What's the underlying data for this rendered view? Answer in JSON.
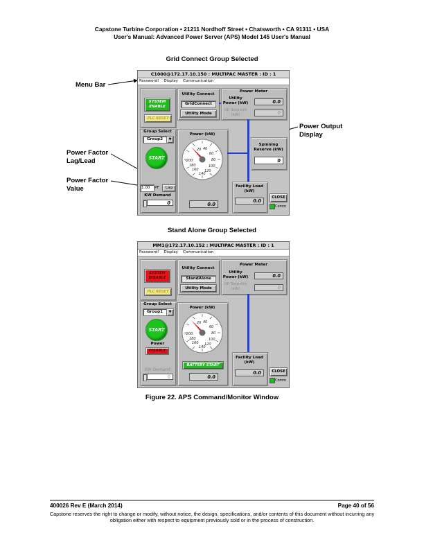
{
  "header": {
    "line1": "Capstone Turbine Corporation • 21211 Nordhoff Street • Chatsworth • CA 91311 • USA",
    "line2": "User's Manual: Advanced Power Server (APS) Model 145 User's Manual"
  },
  "figure_top": {
    "caption": "Grid Connect Group Selected",
    "window_title": "C1000@172.17.10.150 : MULTIPAC MASTER : ID : 1",
    "menu": [
      "Password!",
      "Display",
      "Communication"
    ],
    "system_btn": "SYSTEM ENABLE",
    "plc_reset": "PLC RESET",
    "group_select_label": "Group Select",
    "group_value": "Group2",
    "start_btn": "START",
    "pf_value": "1.00",
    "pf_label": "PF",
    "pf_mode": "Lag",
    "kw_demand_label": "KW Demand",
    "kw_demand_value": "0",
    "utility_connect_label": "Utility Connect",
    "utility_connect_value": "GridConnect",
    "utility_mode_btn": "Utility Mode",
    "power_meter_label": "Power Meter",
    "utility_power_label": "Utility Power (kW)",
    "utility_power_value": "0.0",
    "uii_setpoint_label": "UII Setpoint (kW)",
    "uii_setpoint_value": "0",
    "power_kw_label": "Power (kW)",
    "gauge_ticks": [
      "20",
      "40",
      "60",
      "80",
      "100",
      "120",
      "140",
      "160",
      "180",
      "-200"
    ],
    "power_value": "0.0",
    "spinning_reserve_label": "Spinning Reserve (kW)",
    "spinning_reserve_value": "0",
    "facility_load_label": "Facility Load (kW)",
    "facility_load_value": "0.0",
    "close_btn": "CLOSE",
    "comm_label": "Comm"
  },
  "figure_bottom": {
    "caption": "Stand Alone Group Selected",
    "window_title": "MM1@172.17.10.152 : MULTIPAC MASTER : ID : 1",
    "menu": [
      "Password!",
      "Display",
      "Communication"
    ],
    "system_btn": "SYSTEM DISABLE",
    "plc_reset": "PLC RESET",
    "group_select_label": "Group Select",
    "group_value": "Group1",
    "start_btn": "START",
    "power_label": "Power",
    "power_disable": "DISABLE",
    "kw_demand_label": "KW Demand",
    "kw_demand_value": "0",
    "utility_connect_label": "Utility Connect",
    "utility_connect_value": "StandAlone",
    "utility_mode_btn": "Utility Mode",
    "power_meter_label": "Power Meter",
    "utility_power_label": "Utility Power (kW)",
    "utility_power_value": "0.0",
    "uii_setpoint_label": "UII Setpoint (kW)",
    "uii_setpoint_value": "0",
    "power_kw_label": "Power (kW)",
    "gauge_ticks": [
      "20",
      "40",
      "60",
      "80",
      "100",
      "120",
      "140",
      "160",
      "180",
      "-200"
    ],
    "battery_start_btn": "BATTERY START",
    "power_value": "0.0",
    "facility_load_label": "Facility Load (kW)",
    "facility_load_value": "0.0",
    "close_btn": "CLOSE",
    "comm_label": "Comm"
  },
  "callouts": {
    "menu_bar": "Menu Bar",
    "pf_lag_lead": "Power Factor Lag/Lead",
    "pf_value": "Power Factor Value",
    "power_output": "Power Output Display"
  },
  "figure_caption": "Figure 22. APS Command/Monitor Window",
  "footer": {
    "doc_id": "400026 Rev E (March 2014)",
    "page": "Page 40 of 56",
    "disclaimer": "Capstone reserves the right to change or modify, without notice, the design, specifications, and/or contents of this document without incurring any obligation either with respect to equipment previously sold or in the process of construction."
  },
  "colors": {
    "enable_green": "#22b81e",
    "disable_red": "#e4141c",
    "plc_yellow": "#efe88a",
    "link_blue": "#1f3fdc",
    "needle_red": "#d41a1a"
  }
}
